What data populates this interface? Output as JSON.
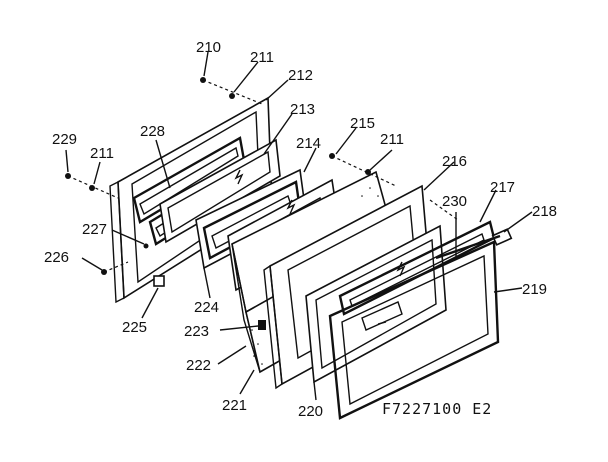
{
  "diagram": {
    "drawing_number": "F7227100 E2",
    "callouts": {
      "c210": "210",
      "c211a": "211",
      "c212": "212",
      "c213": "213",
      "c214": "214",
      "c215": "215",
      "c211b": "211",
      "c216": "216",
      "c217": "217",
      "c218": "218",
      "c219": "219",
      "c220": "220",
      "c221": "221",
      "c222": "222",
      "c223": "223",
      "c224": "224",
      "c225": "225",
      "c226": "226",
      "c227": "227",
      "c228": "228",
      "c229": "229",
      "c211c": "211",
      "c230": "230"
    }
  }
}
